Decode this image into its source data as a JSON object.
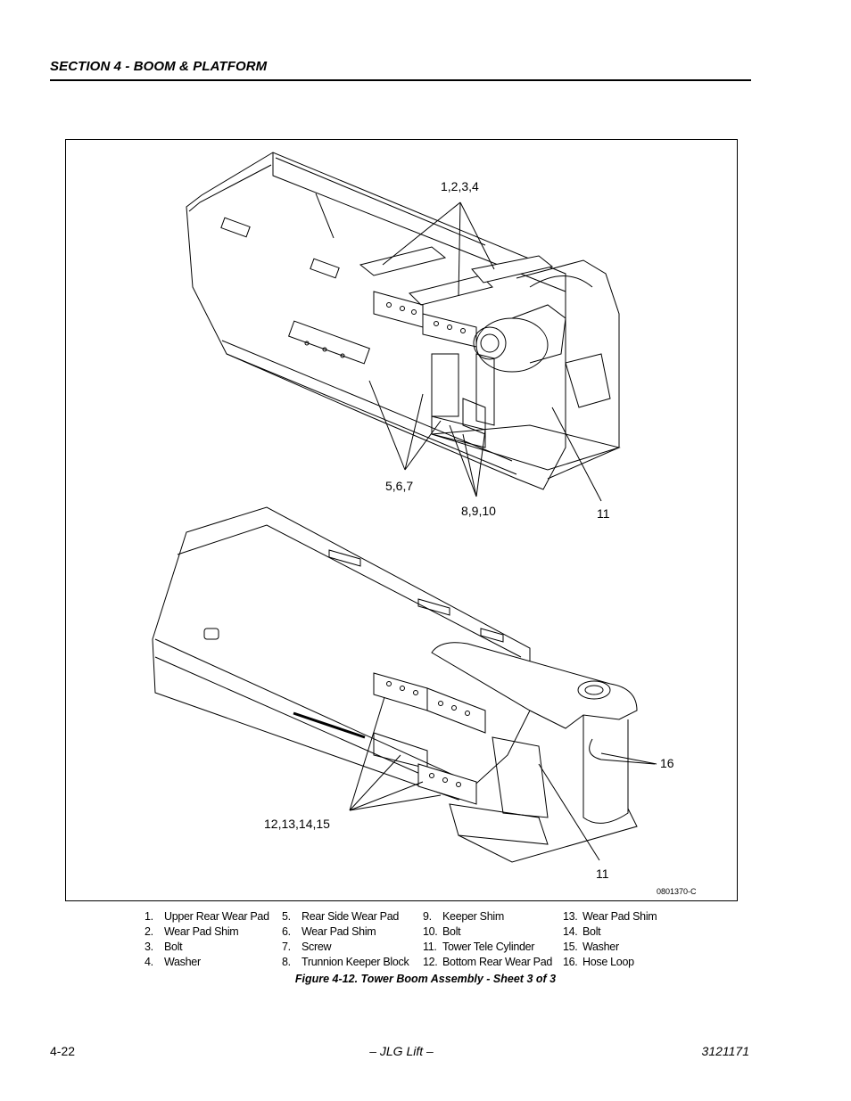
{
  "header": {
    "section_title": "SECTION 4 - BOOM & PLATFORM"
  },
  "figure": {
    "callouts": {
      "top_1_2_3_4": "1,2,3,4",
      "top_5_6_7": "5,6,7",
      "top_8_9_10": "8,9,10",
      "top_11": "11",
      "bottom_16": "16",
      "bottom_12_13_14_15": "12,13,14,15",
      "bottom_11": "11"
    },
    "drawing_code": "0801370-C"
  },
  "legend": {
    "columns": [
      [
        {
          "num": "1.",
          "label": "Upper Rear Wear Pad"
        },
        {
          "num": "2.",
          "label": "Wear Pad Shim"
        },
        {
          "num": "3.",
          "label": "Bolt"
        },
        {
          "num": "4.",
          "label": "Washer"
        }
      ],
      [
        {
          "num": "5.",
          "label": "Rear Side Wear Pad"
        },
        {
          "num": "6.",
          "label": "Wear Pad Shim"
        },
        {
          "num": "7.",
          "label": "Screw"
        },
        {
          "num": "8.",
          "label": "Trunnion Keeper Block"
        }
      ],
      [
        {
          "num": "9.",
          "label": "Keeper Shim"
        },
        {
          "num": "10.",
          "label": "Bolt"
        },
        {
          "num": "11.",
          "label": "Tower Tele Cylinder"
        },
        {
          "num": "12.",
          "label": "Bottom Rear Wear Pad"
        }
      ],
      [
        {
          "num": "13.",
          "label": "Wear Pad Shim"
        },
        {
          "num": "14.",
          "label": "Bolt"
        },
        {
          "num": "15.",
          "label": "Washer"
        },
        {
          "num": "16.",
          "label": "Hose Loop"
        }
      ]
    ]
  },
  "caption": "Figure 4-12.  Tower Boom Assembly - Sheet 3 of 3",
  "footer": {
    "page_number": "4-22",
    "publisher": "– JLG Lift –",
    "doc_number": "3121171"
  }
}
